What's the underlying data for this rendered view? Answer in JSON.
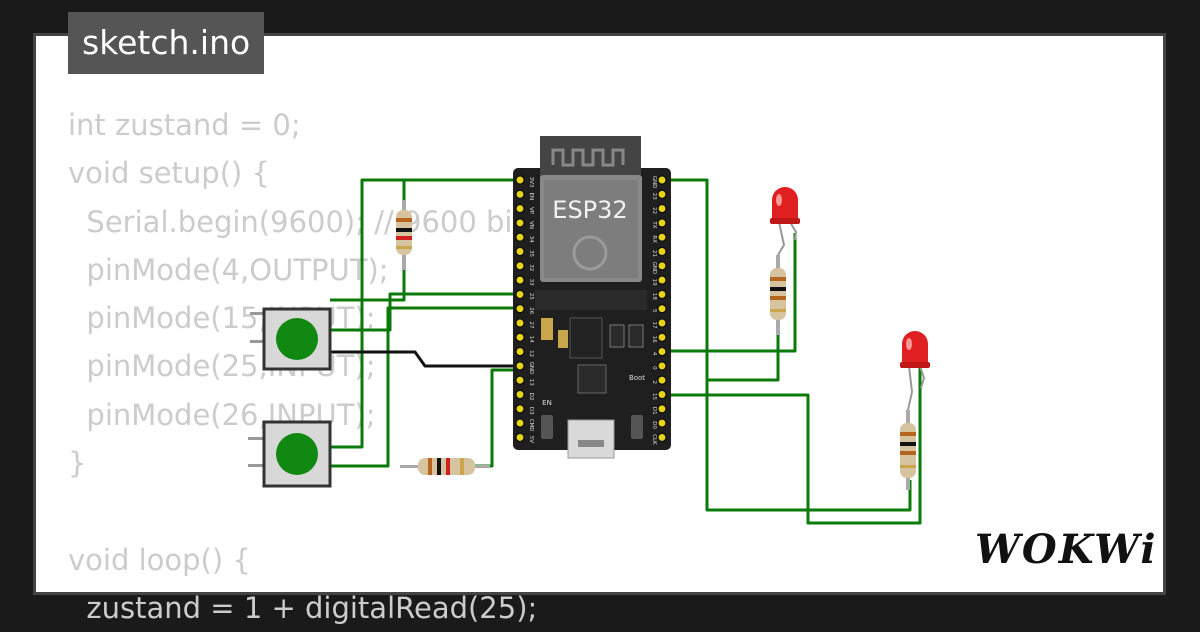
{
  "tab": {
    "title": "sketch.ino"
  },
  "code": {
    "lines": [
      "int zustand = 0;",
      "void setup() {",
      "  Serial.begin(9600); // 9600 bits / 1 baud",
      "  pinMode(4,OUTPUT);",
      "  pinMode(15,INPUT);",
      "  pinMode(25,INPUT);",
      "  pinMode(26,INPUT);",
      "}",
      "",
      "void loop() {",
      "  zustand = 1 + digitalRead(25);"
    ]
  },
  "board": {
    "label": "ESP32",
    "en_label": "EN",
    "boot_label": "Boot",
    "left_pins": [
      "3V3",
      "EN",
      "VP",
      "VN",
      "34",
      "35",
      "32",
      "33",
      "25",
      "26",
      "27",
      "14",
      "12",
      "GND",
      "13",
      "D2",
      "D3",
      "CMD",
      "5V"
    ],
    "right_pins": [
      "GND",
      "23",
      "22",
      "TX",
      "RX",
      "21",
      "GND",
      "19",
      "18",
      "5",
      "17",
      "16",
      "4",
      "0",
      "2",
      "15",
      "D1",
      "D0",
      "CLK"
    ]
  },
  "logo": {
    "text": "WOKWi"
  },
  "colors": {
    "wire": "#0a7a0a",
    "board": "#1f1f1f",
    "button_cap": "#118811",
    "led": "#e02020"
  }
}
